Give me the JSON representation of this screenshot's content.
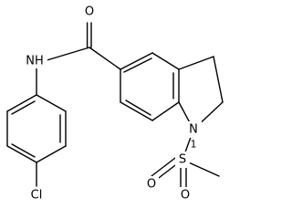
{
  "molecule": {
    "atoms": {
      "carbonyl_oxygen": "O",
      "amide_nh": "NH",
      "indoline_n": "N",
      "n_locant": "1",
      "sulfur": "S",
      "sulfonyl_oxygen": "O",
      "chlorine": "Cl"
    },
    "colors": {
      "line": "#000000",
      "background": "#ffffff"
    }
  }
}
